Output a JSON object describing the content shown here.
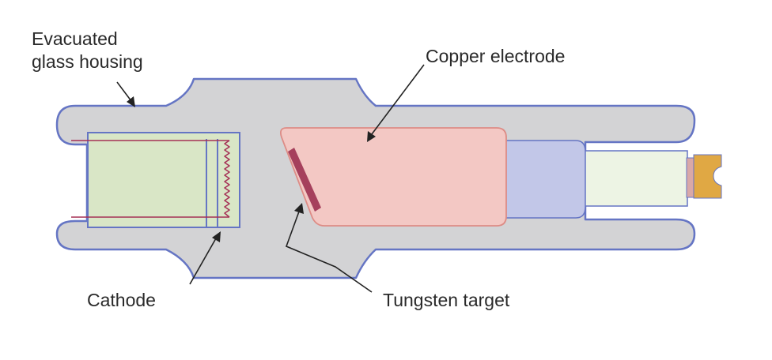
{
  "labels": {
    "housing": "Evacuated\nglass housing",
    "electrode": "Copper electrode",
    "cathode": "Cathode",
    "target": "Tungsten target"
  },
  "colors": {
    "glass_fill": "#d3d3d5",
    "glass_outline": "#6575c4",
    "cathode_cup": "#d9e6c6",
    "filament": "#a53055",
    "copper": "#f3c8c4",
    "copper_outline": "#dd8c86",
    "tungsten": "#a5405c",
    "stem_blue": "#c2c7e8",
    "stem_pale": "#edf4e4",
    "terminal": "#e0a844",
    "leader": "#222222"
  }
}
